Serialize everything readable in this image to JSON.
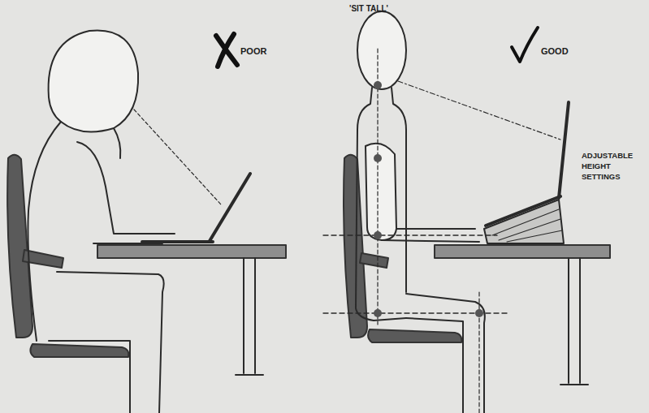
{
  "diagram": {
    "labels": [
      "POOR",
      "'SIT TALL'",
      "GOOD",
      "ADJUSTABLE HEIGHT SETTINGS"
    ]
  }
}
